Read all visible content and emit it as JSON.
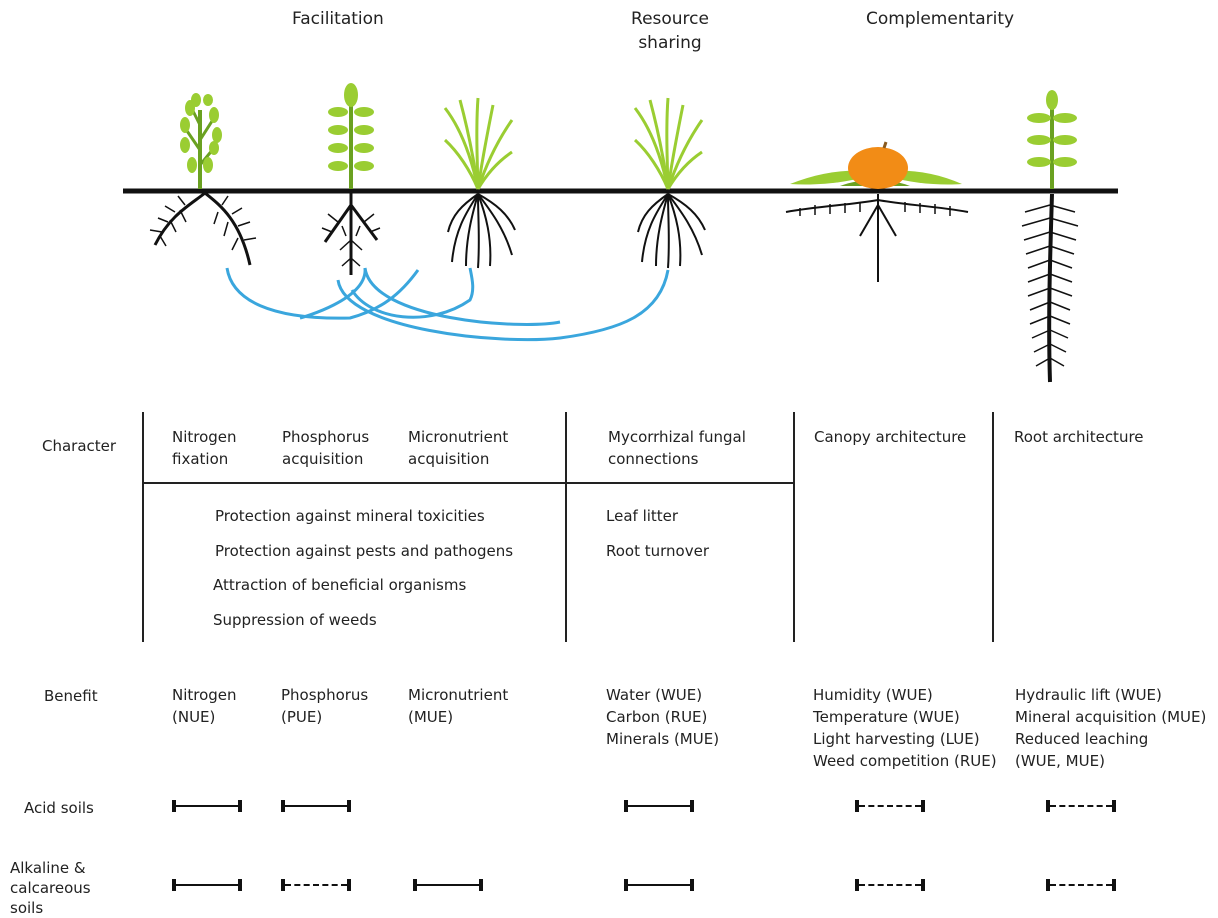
{
  "headers": {
    "facilitation": "Facilitation",
    "resource_sharing": "Resource sharing",
    "complementarity": "Complementarity"
  },
  "colors": {
    "leaf_green": "#9acd32",
    "dark_leaf": "#6aa121",
    "fruit_orange": "#f28c16",
    "mycorrhiza_blue": "#3aa6dd",
    "ground_line": "#111111"
  },
  "icons": [
    "legume-plant-icon",
    "leafy-plant-icon",
    "grass-plant-icon",
    "grass-plant-icon",
    "squash-plant-icon",
    "deep-root-plant-icon"
  ],
  "rows": {
    "character_label": "Character",
    "benefit_label": "Benefit",
    "acid_label": "Acid soils",
    "alkaline_label": "Alkaline & calcareous soils"
  },
  "character": {
    "nitrogen": "Nitrogen fixation",
    "phosphorus": "Phosphorus acquisition",
    "micronutrient": "Micronutrient acquisition",
    "mycorrhizal": "Mycorrhizal fungal connections",
    "canopy": "Canopy architecture",
    "root": "Root architecture",
    "facilitation_list": [
      "Protection against mineral toxicities",
      "Protection against pests and pathogens",
      "Attraction of beneficial organisms",
      "Suppression of weeds"
    ],
    "sharing_list": [
      "Leaf litter",
      "Root turnover"
    ]
  },
  "benefit": {
    "nitrogen": "Nitrogen (NUE)",
    "phosphorus": "Phosphorus (PUE)",
    "micronutrient": "Micronutrient (MUE)",
    "sharing": [
      "Water (WUE)",
      "Carbon (RUE)",
      "Minerals (MUE)"
    ],
    "canopy": [
      "Humidity (WUE)",
      "Temperature (WUE)",
      "Light harvesting (LUE)",
      "Weed competition (RUE)"
    ],
    "root": [
      "Hydraulic lift (WUE)",
      "Mineral acquisition (MUE)",
      "Reduced leaching",
      "(WUE, MUE)"
    ]
  },
  "soil_effects": {
    "acid": [
      "solid",
      "solid",
      null,
      "solid",
      "dashed",
      "dashed"
    ],
    "alkaline": [
      "solid",
      "dashed",
      "solid",
      "solid",
      "dashed",
      "dashed"
    ]
  }
}
